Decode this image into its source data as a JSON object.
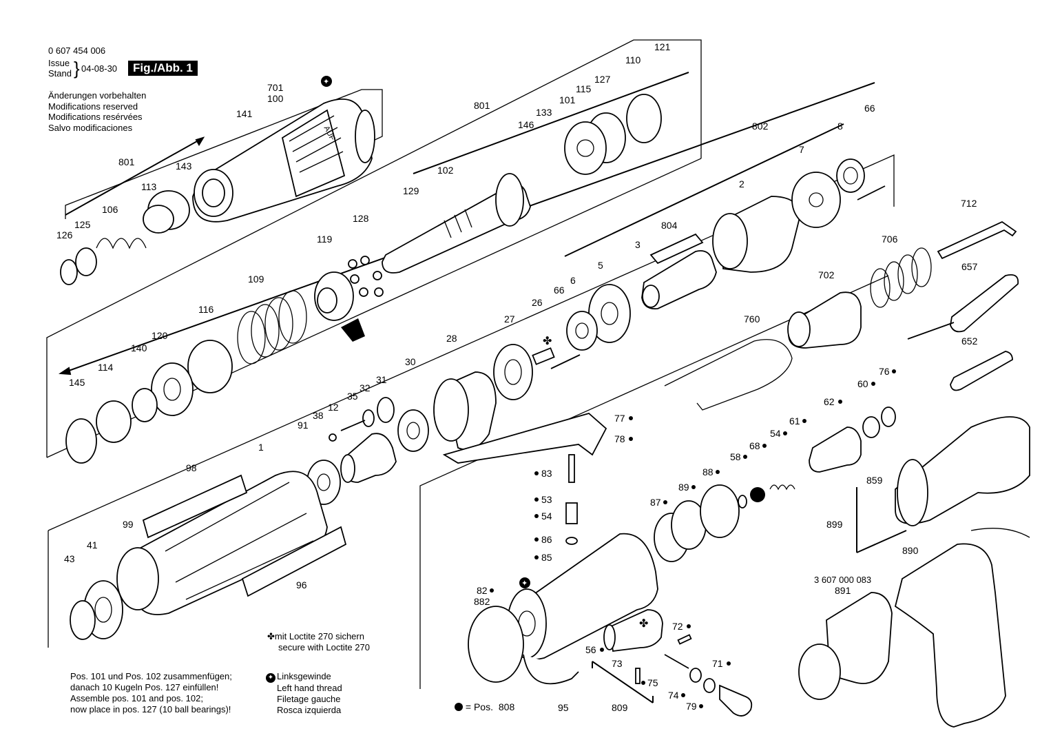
{
  "header": {
    "part_number": "0 607 454 006",
    "issue_label": "Issue",
    "stand_label": "Stand",
    "date": "04-08-30",
    "figure": "Fig./Abb. 1",
    "reserved": [
      "Änderungen vorbehalten",
      "Modifications reserved",
      "Modifications resérvées",
      "Salvo modificaciones"
    ]
  },
  "notes": {
    "loctite": [
      "mit Loctite 270 sichern",
      "secure with Loctite 270"
    ],
    "left_thread": [
      "Linksgewinde",
      "Left hand thread",
      "Filetage gauche",
      "Rosca izquierda"
    ],
    "assembly": [
      "Pos. 101 und Pos. 102 zusammenfügen;",
      "danach 10 Kugeln Pos. 127 einfüllen!",
      "Assemble pos. 101 and pos. 102;",
      "now place in pos. 127 (10 ball bearings)!"
    ],
    "legend_equals": "= Pos.",
    "legend_pos": "808",
    "accessory_number": "3 607 000 083",
    "collar_marking": "AUF"
  },
  "labels": [
    "701",
    "100",
    "141",
    "801",
    "143",
    "113",
    "106",
    "125",
    "126",
    "801",
    "146",
    "133",
    "102",
    "129",
    "128",
    "119",
    "109",
    "116",
    "120",
    "140",
    "114",
    "145",
    "110",
    "121",
    "127",
    "115",
    "101",
    "802",
    "66",
    "8",
    "7",
    "2",
    "804",
    "3",
    "5",
    "6",
    "66",
    "712",
    "706",
    "657",
    "702",
    "652",
    "760",
    "26",
    "27",
    "28",
    "30",
    "31",
    "32",
    "35",
    "12",
    "38",
    "91",
    "1",
    "98",
    "99",
    "41",
    "43",
    "96",
    "77",
    "78",
    "83",
    "53",
    "54",
    "86",
    "85",
    "60",
    "76",
    "62",
    "61",
    "54",
    "68",
    "58",
    "88",
    "89",
    "87",
    "859",
    "899",
    "890",
    "891",
    "82",
    "882",
    "72",
    "56",
    "73",
    "75",
    "74",
    "79",
    "71",
    "95",
    "809"
  ]
}
